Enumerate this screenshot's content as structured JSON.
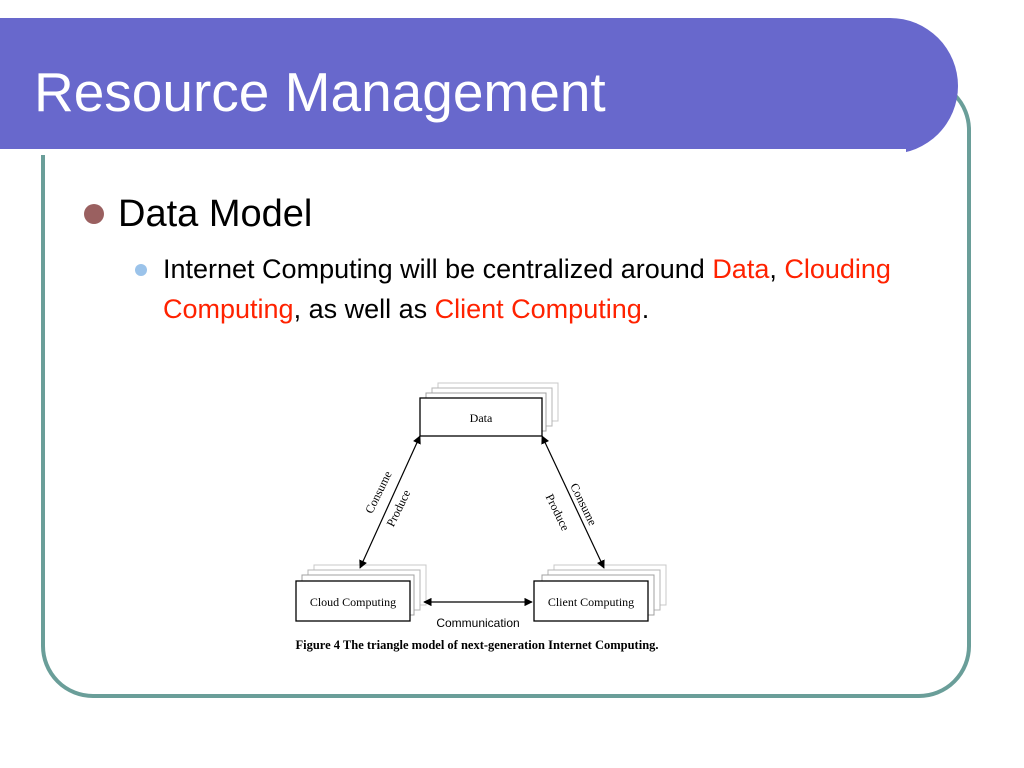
{
  "slide": {
    "title": "Resource Management",
    "bullet_level1": "Data Model",
    "bullet_level2": {
      "t1": "Internet Computing will be centralized around ",
      "h1": "Data",
      "t2": ", ",
      "h2": "Clouding Computing",
      "t3": ", as well as ",
      "h3": "Client Computing",
      "t4": "."
    }
  },
  "figure": {
    "nodes": {
      "data": "Data",
      "cloud": "Cloud Computing",
      "client": "Client Computing"
    },
    "edges": {
      "left_outer": "Consume",
      "left_inner": "Produce",
      "right_outer": "Consume",
      "right_inner": "Produce",
      "bottom": "Communication"
    },
    "caption": "Figure 4 The triangle model of next-generation Internet Computing."
  },
  "colors": {
    "title_bar": "#6868cc",
    "frame_border": "#6a9e99",
    "highlight_text": "#ff2200",
    "bullet1": "#9a6060",
    "bullet2": "#9bc3ea"
  }
}
